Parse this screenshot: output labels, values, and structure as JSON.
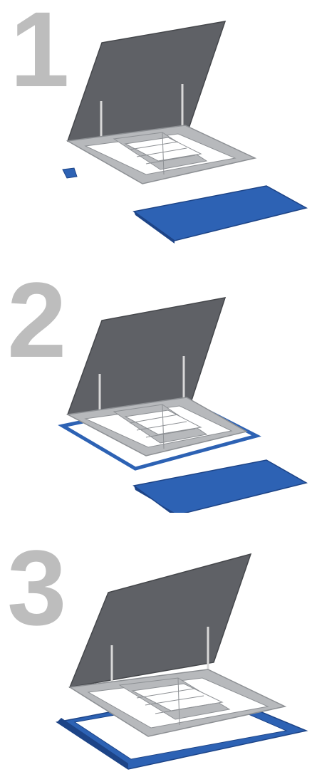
{
  "steps": [
    {
      "number": "1"
    },
    {
      "number": "2"
    },
    {
      "number": "3"
    }
  ],
  "colors": {
    "step_number": "#bdbdbd",
    "lid": "#5f6166",
    "lid_edge": "#45474b",
    "frame": "#b7b9bc",
    "frame_dark": "#8d9094",
    "blue": "#2d62b4",
    "blue_dark": "#1d4487",
    "background": "#ffffff"
  }
}
